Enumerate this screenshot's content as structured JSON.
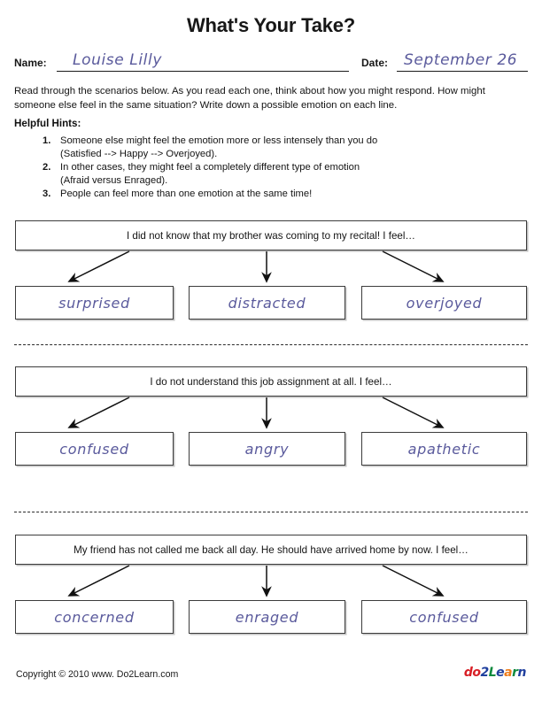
{
  "header": {
    "title": "What's Your Take?",
    "name_label": "Name:",
    "name_value": "Louise Lilly",
    "date_label": "Date:",
    "date_value": "September 26"
  },
  "instructions": {
    "body": "Read through the scenarios below.  As you read each one, think about how you might respond.  How might someone else feel in the same situation?   Write down a possible emotion on each line.",
    "hints_title": "Helpful Hints:",
    "hints": [
      {
        "number": "1.",
        "text": "Someone else might feel the emotion more or less intensely than you do",
        "sub": "(Satisfied --> Happy --> Overjoyed)."
      },
      {
        "number": "2.",
        "text": "In other cases, they might feel a completely different type of emotion",
        "sub": "(Afraid versus Enraged)."
      },
      {
        "number": "3.",
        "text": "People can feel more than one emotion at the same time!",
        "sub": ""
      }
    ]
  },
  "scenarios": [
    {
      "prompt": "I did not know that my brother was coming to my recital! I feel…",
      "answers": [
        "surprised",
        "distracted",
        "overjoyed"
      ]
    },
    {
      "prompt": "I do not understand this job assignment at all.  I feel…",
      "answers": [
        "confused",
        "angry",
        "apathetic"
      ]
    },
    {
      "prompt": "My friend has not called me back all day.  He should have arrived home by now.  I feel…",
      "answers": [
        "concerned",
        "enraged",
        "confused"
      ]
    }
  ],
  "footer": {
    "copyright": "Copyright © 2010 www. Do2Learn.com",
    "logo": [
      {
        "char": "d",
        "color": "#d81f26"
      },
      {
        "char": "o",
        "color": "#d81f26"
      },
      {
        "char": "2",
        "color": "#1f3f9e"
      },
      {
        "char": "L",
        "color": "#0e8a3e"
      },
      {
        "char": "e",
        "color": "#1f3f9e"
      },
      {
        "char": "a",
        "color": "#ef7d1a"
      },
      {
        "char": "r",
        "color": "#0e8a3e"
      },
      {
        "char": "n",
        "color": "#1f3f9e"
      }
    ]
  },
  "colors": {
    "handwriting": "#5a5a9c",
    "box_border": "#3c3c3c",
    "text": "#141414"
  }
}
